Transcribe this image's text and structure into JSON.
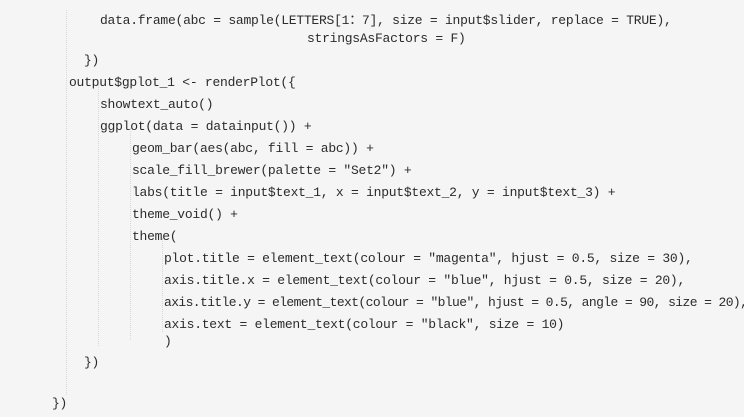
{
  "code": {
    "language": "R",
    "lines": [
      "data.frame(abc = sample(LETTERS[1：7], size = input$slider, replace = TRUE),",
      "stringsAsFactors = F)",
      "})",
      "output$gplot_1 <- renderPlot({",
      "showtext_auto()",
      "ggplot(data = datainput()) +",
      "geom_bar(aes(abc, fill = abc)) +",
      "scale_fill_brewer(palette = \"Set2\") +",
      "labs(title = input$text_1, x = input$text_2, y = input$text_3) +",
      "theme_void() +",
      "theme(",
      "plot.title = element_text(colour = \"magenta\", hjust = 0.5, size = 30),",
      "axis.title.x = element_text(colour = \"blue\", hjust = 0.5, size = 20),",
      "axis.title.y = element_text(colour = \"blue\", hjust = 0.5, angle = 90, size = 20),",
      "axis.text = element_text(colour = \"black\", size = 10)",
      ")",
      "})",
      "})"
    ]
  },
  "colors": {
    "background": "#f5f5f5",
    "text": "#2b2b2b"
  }
}
